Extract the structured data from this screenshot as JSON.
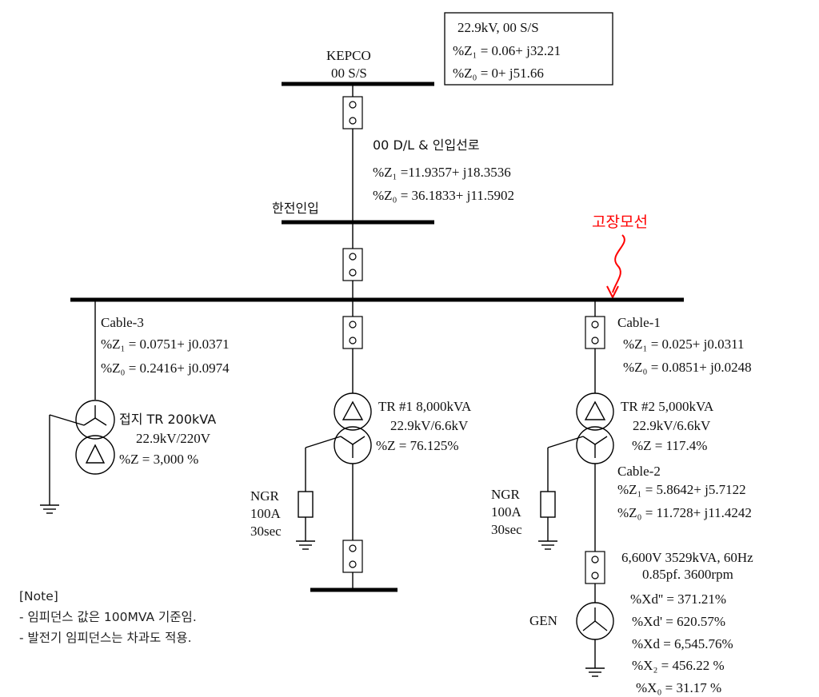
{
  "source": {
    "name": "KEPCO",
    "sub": "00 S/S",
    "box_l1": "22.9kV, 00 S/S",
    "box_z1": "%Z₁ = 0.06+ j32.21",
    "box_z0": "%Z₀ = 0+ j51.66"
  },
  "line_in": {
    "name": "00 D/L & 인입선로",
    "z1": "%Z₁ =11.9357+ j18.3536",
    "z0": "%Z₀ = 36.1833+ j11.5902"
  },
  "bus_kepco_in": {
    "label": "한전인입"
  },
  "fault": {
    "label": "고장모선",
    "color": "#ff0000"
  },
  "cable3": {
    "name": "Cable-3",
    "z1": "%Z₁ = 0.0751+ j0.0371",
    "z0": "%Z₀ = 0.2416+ j0.0974"
  },
  "gnd_tr": {
    "name": "접지 TR 200kVA",
    "ratio": "22.9kV/220V",
    "z": "%Z = 3,000 %"
  },
  "tr1": {
    "name": "TR #1 8,000kVA",
    "ratio": "22.9kV/6.6kV",
    "z": "%Z = 76.125%"
  },
  "ngr1": {
    "l1": "NGR",
    "l2": "100A",
    "l3": "30sec"
  },
  "cable1": {
    "name": "Cable-1",
    "z1": "%Z₁ = 0.025+ j0.0311",
    "z0": "%Z₀ = 0.0851+ j0.0248"
  },
  "tr2": {
    "name": "TR #2 5,000kVA",
    "ratio": "22.9kV/6.6kV",
    "z": "%Z = 117.4%"
  },
  "ngr2": {
    "l1": "NGR",
    "l2": "100A",
    "l3": "30sec"
  },
  "cable2": {
    "name": "Cable-2",
    "z1": "%Z₁ = 5.8642+ j5.7122",
    "z0": "%Z₀ = 11.728+ j11.4242"
  },
  "gen": {
    "label": "GEN",
    "rating1": "6,600V 3529kVA, 60Hz",
    "rating2": "0.85pf. 3600rpm",
    "xd2": "%Xd'' = 371.21%",
    "xd1": "%Xd' = 620.57%",
    "xd": "%Xd = 6,545.76%",
    "x2": "%X₂ = 456.22 %",
    "x0": "%X₀ = 31.17 %"
  },
  "note": {
    "title": "[Note]",
    "l1": "- 임피던스 값은 100MVA 기준임.",
    "l2": "- 발전기 임피던스는 차과도 적용."
  }
}
